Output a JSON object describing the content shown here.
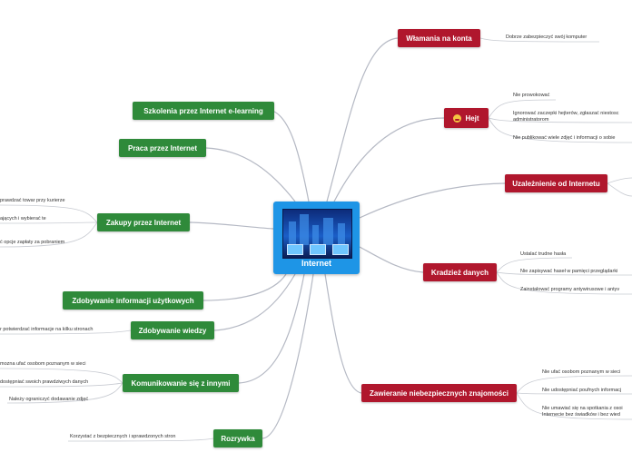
{
  "center": {
    "title": "Internet"
  },
  "left_topics": {
    "szkolenia": "Szkolenia przez Internet  e-learning",
    "praca": "Praca przez Internet",
    "zakupy": "Zakupy przez Internet",
    "informacje": "Zdobywanie informacji użytkowych",
    "wiedza": "Zdobywanie wiedzy",
    "komunikowanie": "Komunikowanie się z innymi",
    "rozrywka": "Rozrywka"
  },
  "right_topics": {
    "wlamania": "Włamania na konta",
    "hejt": "Hejt",
    "uzaleznienie": "Uzależnienie od Internetu",
    "kradziez": "Kradzież danych",
    "znajomosci": "Zawieranie niebezpiecznych znajomości"
  },
  "leaves": {
    "zakupy_1": "prawdzać towar przy kurierze",
    "zakupy_2": "ających i wybierać te",
    "zakupy_3": "ć opcje zapłaty za pobraniem",
    "wiedza_1": "r potwierdzać informacje na kilku stronach",
    "kom_1": "mozna ufać osobom poznanym w sieci",
    "kom_2": "dostępniać swoich prawdziwych danych",
    "kom_3": "Należy ograniczyć dodawanie zdjęć",
    "rozrywka_1": "Korzystać z bezpiecznych i sprawdzonych stron",
    "wlamania_1": "Dobrze zabezpieczyć swój komputer",
    "hejt_1": "Nie prowokować",
    "hejt_2a": "Ignorować zaczepki hejterów, zgłaszać niestosc",
    "hejt_2b": "administratorom",
    "hejt_3": "Nie publikować wiele zdjęć i informacji o sobie",
    "kradziez_1": "Ustalać trudne hasła",
    "kradziez_2": "Nie zapisywać haseł w pamięci przeglądarki",
    "kradziez_3": "Zainstalować programy antywirusowe i antyv",
    "znaj_1": "Nie ufać osobom poznanym w sieci",
    "znaj_2": "Nie udostępniać poufnych informacj",
    "znaj_3a": "Nie umawiać się na spotkania z  osoi",
    "znaj_3b": "Internecie bez świadków  i bez wied"
  },
  "colors": {
    "center": "#1e95e6",
    "green_topic": "#2f8a3a",
    "red_topic": "#b0172d",
    "connector": "#b5b9c4",
    "leaf_line": "#c8cbd2"
  }
}
